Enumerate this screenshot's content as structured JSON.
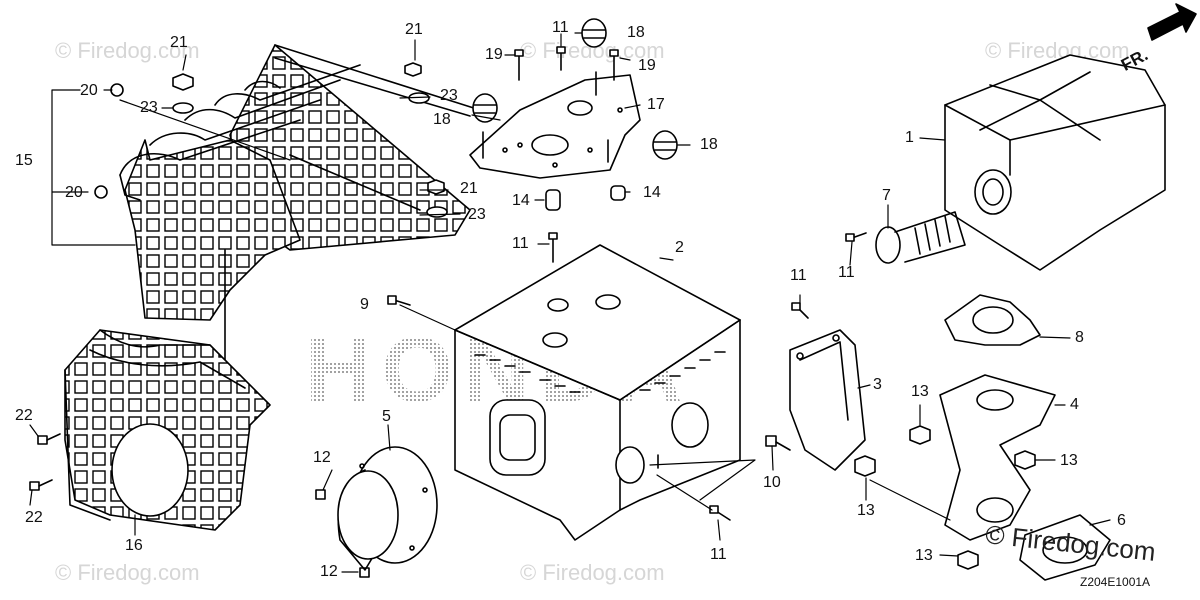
{
  "diagram": {
    "code": "Z204E1001A",
    "direction_label": "FR.",
    "brand_mark": "HONDA",
    "credit": "© Firedog.com",
    "watermark_text": "© Firedog.com"
  },
  "callouts": [
    {
      "id": "c-21a",
      "label": "21"
    },
    {
      "id": "c-20a",
      "label": "20"
    },
    {
      "id": "c-23a",
      "label": "23"
    },
    {
      "id": "c-15",
      "label": "15"
    },
    {
      "id": "c-20b",
      "label": "20"
    },
    {
      "id": "c-21b",
      "label": "21"
    },
    {
      "id": "c-23b",
      "label": "23"
    },
    {
      "id": "c-23c",
      "label": "23"
    },
    {
      "id": "c-18a",
      "label": "18"
    },
    {
      "id": "c-21c",
      "label": "21"
    },
    {
      "id": "c-23d",
      "label": "23"
    },
    {
      "id": "c-11a",
      "label": "11"
    },
    {
      "id": "c-18b",
      "label": "18"
    },
    {
      "id": "c-19a",
      "label": "19"
    },
    {
      "id": "c-19b",
      "label": "19"
    },
    {
      "id": "c-17",
      "label": "17"
    },
    {
      "id": "c-18c",
      "label": "18"
    },
    {
      "id": "c-14a",
      "label": "14"
    },
    {
      "id": "c-14b",
      "label": "14"
    },
    {
      "id": "c-1",
      "label": "1"
    },
    {
      "id": "c-7",
      "label": "7"
    },
    {
      "id": "c-11b",
      "label": "11"
    },
    {
      "id": "c-2",
      "label": "2"
    },
    {
      "id": "c-11c",
      "label": "11"
    },
    {
      "id": "c-11d",
      "label": "11"
    },
    {
      "id": "c-11e",
      "label": "11"
    },
    {
      "id": "c-9",
      "label": "9"
    },
    {
      "id": "c-8",
      "label": "8"
    },
    {
      "id": "c-3",
      "label": "3"
    },
    {
      "id": "c-4",
      "label": "4"
    },
    {
      "id": "c-13a",
      "label": "13"
    },
    {
      "id": "c-13b",
      "label": "13"
    },
    {
      "id": "c-13c",
      "label": "13"
    },
    {
      "id": "c-13d",
      "label": "13"
    },
    {
      "id": "c-6",
      "label": "6"
    },
    {
      "id": "c-5",
      "label": "5"
    },
    {
      "id": "c-12a",
      "label": "12"
    },
    {
      "id": "c-12b",
      "label": "12"
    },
    {
      "id": "c-10",
      "label": "10"
    },
    {
      "id": "c-11f",
      "label": "11"
    },
    {
      "id": "c-22a",
      "label": "22"
    },
    {
      "id": "c-22b",
      "label": "22"
    },
    {
      "id": "c-16",
      "label": "16"
    }
  ]
}
